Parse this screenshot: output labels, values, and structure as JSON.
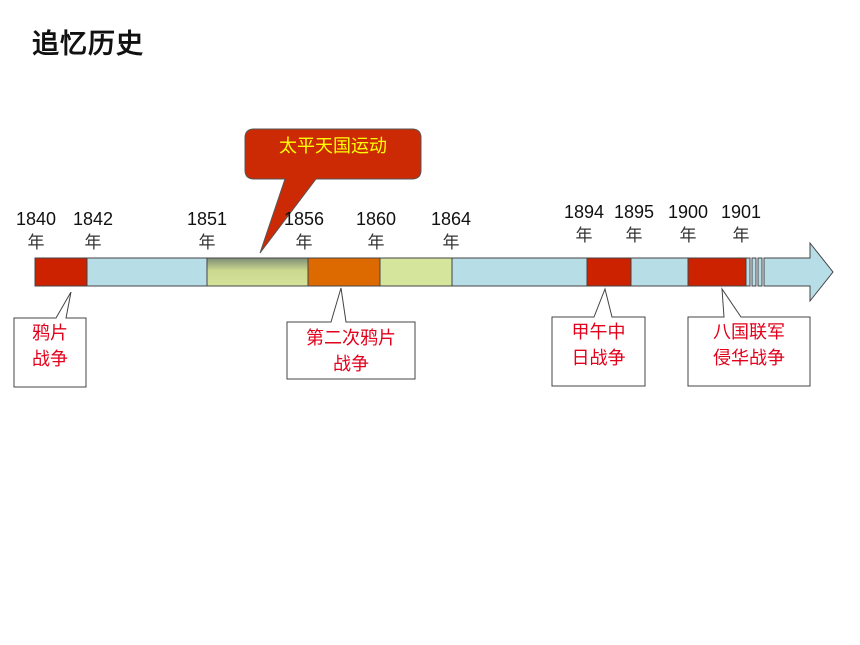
{
  "title": "追忆历史",
  "years": [
    {
      "value": "1840",
      "unit": "年"
    },
    {
      "value": "1842",
      "unit": "年"
    },
    {
      "value": "1851",
      "unit": "年"
    },
    {
      "value": "1856",
      "unit": "年"
    },
    {
      "value": "1860",
      "unit": "年"
    },
    {
      "value": "1864",
      "unit": "年"
    },
    {
      "value": "1894",
      "unit": "年"
    },
    {
      "value": "1895",
      "unit": "年"
    },
    {
      "value": "1900",
      "unit": "年"
    },
    {
      "value": "1901",
      "unit": "年"
    }
  ],
  "events": {
    "taiping": "太平天国运动",
    "opium1": [
      "鸦片",
      "战争"
    ],
    "opium2": [
      "第二次鸦片",
      "战争"
    ],
    "sino_japanese": [
      "甲午中",
      "日战争"
    ],
    "eight_nation": [
      "八国联军",
      "侵华战争"
    ]
  },
  "colors": {
    "war": "#cc2200",
    "timeline": "#b7dde6",
    "taiping": "#ccd98c",
    "opium2": "#dd6a00",
    "callout_bubble": "#cc2a05",
    "callout_text": "#e3001b"
  }
}
